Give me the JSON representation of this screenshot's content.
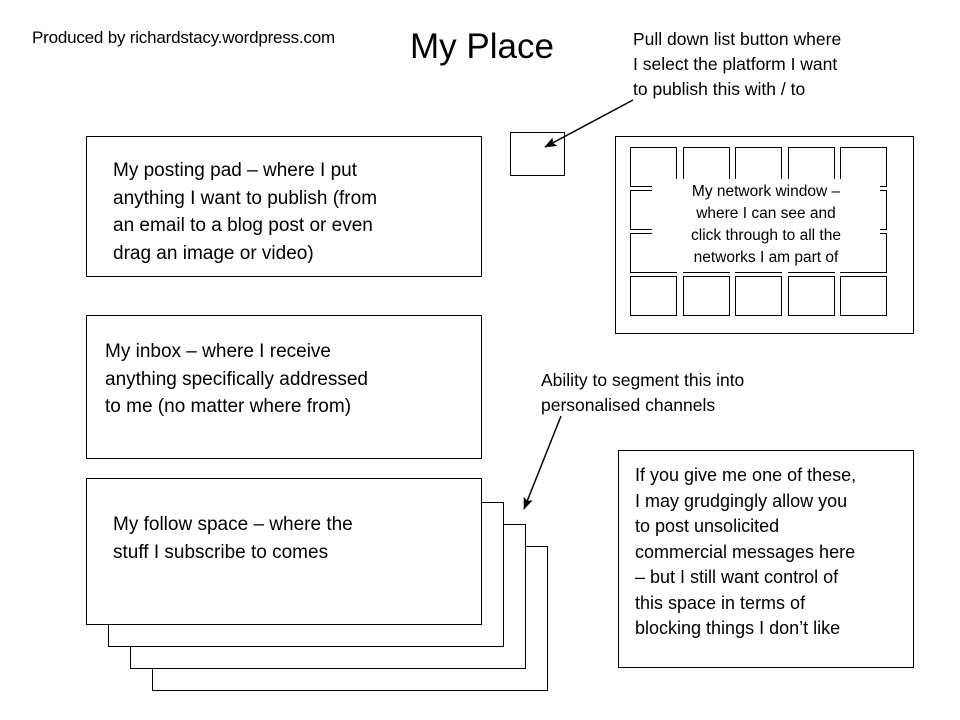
{
  "header": {
    "credit": "Produced by richardstacy.wordpress.com",
    "title": "My Place"
  },
  "annotations": {
    "pulldown": "Pull down list button where\nI select the platform I want\nto publish this with / to",
    "segment": "Ability to segment this into\npersonalised channels"
  },
  "boxes": {
    "posting_pad": "My posting pad – where I put\nanything I want to publish (from\nan email to a blog post or even\ndrag an image or video)",
    "inbox": "My inbox – where I receive\nanything specifically addressed\nto me (no matter where from)",
    "follow_space": "My follow space – where the\nstuff I subscribe to comes",
    "commercial": "If you give me one of these,\nI may grudgingly allow you\nto post unsolicited\ncommercial messages here\n– but I still want control of\nthis space in terms of\nblocking things I don’t like"
  },
  "network_window": {
    "label": "My network window –\nwhere I can see and\nclick through to all the\nnetworks I am part of",
    "grid_columns": 5,
    "grid_rows": 4,
    "cells": [
      "network-cell-1",
      "network-cell-2",
      "network-cell-3",
      "network-cell-4",
      "network-cell-5",
      "network-cell-6",
      "network-cell-7",
      "network-cell-8",
      "network-cell-9",
      "network-cell-10",
      "network-cell-11",
      "network-cell-12",
      "network-cell-13",
      "network-cell-14",
      "network-cell-15",
      "network-cell-16",
      "network-cell-17",
      "network-cell-18",
      "network-cell-19",
      "network-cell-20"
    ]
  },
  "pulldown_button": {
    "label": ""
  },
  "colors": {
    "stroke": "#000000",
    "background": "#ffffff",
    "text": "#000000"
  }
}
